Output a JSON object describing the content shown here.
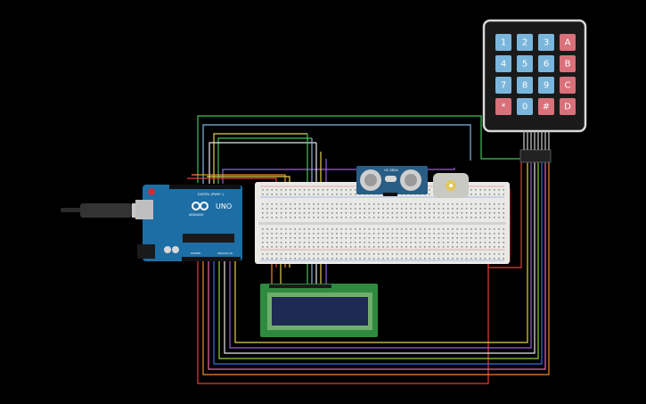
{
  "colors": {
    "background": "#000000",
    "arduino_board": "#1d6ea4",
    "breadboard": "#e9e9e6",
    "lcd_pcb": "#2f8a3f",
    "lcd_screen": "#1e2a52",
    "keypad_body": "#1a1a1a",
    "key_blue": "#7ab6dc",
    "key_red": "#d9707a",
    "sensor_board": "#285d86"
  },
  "arduino": {
    "logo_text": "UNO",
    "brand_text": "ARDUINO",
    "label_digital": "DIGITAL (PWM~)",
    "label_power": "POWER",
    "label_analog": "ANALOG IN"
  },
  "sensor": {
    "part_text": "HC-SR04"
  },
  "keypad": {
    "keys": [
      {
        "label": "1",
        "type": "num"
      },
      {
        "label": "2",
        "type": "num"
      },
      {
        "label": "3",
        "type": "num"
      },
      {
        "label": "A",
        "type": "letter"
      },
      {
        "label": "4",
        "type": "num"
      },
      {
        "label": "5",
        "type": "num"
      },
      {
        "label": "6",
        "type": "num"
      },
      {
        "label": "B",
        "type": "letter"
      },
      {
        "label": "7",
        "type": "num"
      },
      {
        "label": "8",
        "type": "num"
      },
      {
        "label": "9",
        "type": "num"
      },
      {
        "label": "C",
        "type": "letter"
      },
      {
        "label": "*",
        "type": "letter"
      },
      {
        "label": "0",
        "type": "num"
      },
      {
        "label": "#",
        "type": "letter"
      },
      {
        "label": "D",
        "type": "letter"
      }
    ]
  },
  "wires": [
    {
      "name": "wire-green-keypad",
      "color": "#3fc25a"
    },
    {
      "name": "wire-lightblue-keypad",
      "color": "#7fb8e8"
    },
    {
      "name": "wire-yellow-keypad",
      "color": "#e4d24a"
    },
    {
      "name": "wire-purple",
      "color": "#9a5fd6"
    },
    {
      "name": "wire-red",
      "color": "#e0403a"
    },
    {
      "name": "wire-orange",
      "color": "#f08a2a"
    },
    {
      "name": "wire-white",
      "color": "#e8e8e8"
    },
    {
      "name": "wire-gray",
      "color": "#9a9a9a"
    },
    {
      "name": "wire-blue",
      "color": "#3a6fe0"
    },
    {
      "name": "wire-pink",
      "color": "#e86aa8"
    },
    {
      "name": "wire-lime",
      "color": "#8fd23a"
    }
  ]
}
